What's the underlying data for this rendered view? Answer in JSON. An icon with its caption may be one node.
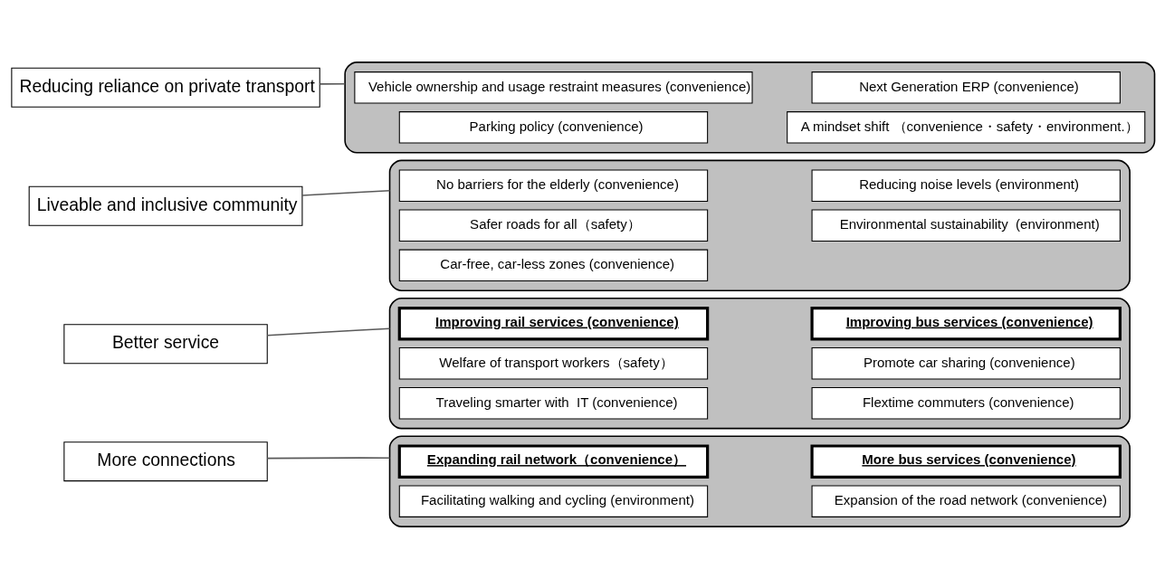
{
  "diagram": {
    "nodes": [
      {
        "text": [
          "More connections"
        ]
      },
      {
        "text": [],
        "shape": "box"
      },
      {
        "text": [
          "Expanding rail network（convenience）"
        ],
        "in": 1
      },
      {
        "text": [
          "More bus services (convenience)"
        ],
        "in": 1
      },
      {
        "text": [
          "Facilitating walking and cycling (environment)"
        ],
        "in": 1
      },
      {
        "text": [
          "Expansion of the road network (convenience)"
        ],
        "in": 1
      },
      {
        "text": [
          "Better service"
        ]
      },
      {
        "text": [],
        "shape": "box"
      },
      {
        "text": [
          "Improving rail services (convenience)"
        ],
        "in": 7
      },
      {
        "text": [
          "Improving bus services (convenience)"
        ],
        "in": 7
      },
      {
        "text": [
          "Welfare of transport workers（safety）"
        ],
        "in": 7
      },
      {
        "text": [
          "Promote car sharing (convenience)"
        ],
        "in": 7
      },
      {
        "text": [
          "Traveling smarter with  IT (convenience)"
        ],
        "in": 7
      },
      {
        "text": [
          "Flextime commuters (convenience)"
        ],
        "in": 7
      },
      {
        "text": [
          "Liveable and inclusive community"
        ]
      },
      {
        "text": [],
        "shape": "box"
      },
      {
        "text": [
          "No barriers for the elderly (convenience)"
        ],
        "in": 15
      },
      {
        "text": [
          "Reducing noise levels (environment)"
        ],
        "in": 15
      },
      {
        "text": [
          "Safer roads for all（safety）"
        ],
        "in": 15
      },
      {
        "text": [
          "Environmental sustainability  (environment)"
        ],
        "in": 15
      },
      {
        "text": [
          "Car-free, car-less zones (convenience)"
        ],
        "in": 15
      },
      {
        "text": [
          "Reducing reliance on private transport"
        ]
      },
      {
        "text": [],
        "shape": "box"
      },
      {
        "text": [
          "Vehicle ownership and usage restraint measures (convenience)"
        ],
        "in": 22
      },
      {
        "text": [
          "Next Generation ERP (convenience)"
        ],
        "in": 22
      },
      {
        "text": [
          "Parking policy (convenience)"
        ],
        "in": 22
      },
      {
        "text": [
          "A mindset shift （convenience・safety・environment.）"
        ],
        "in": 22
      }
    ],
    "edges": [
      {
        "from": 0,
        "to": 1,
        "arrow": "none"
      },
      {
        "from": 6,
        "to": 7,
        "arrow": "none"
      },
      {
        "from": 14,
        "to": 15,
        "arrow": "none"
      },
      {
        "from": 21,
        "to": 22,
        "arrow": "none"
      }
    ]
  }
}
